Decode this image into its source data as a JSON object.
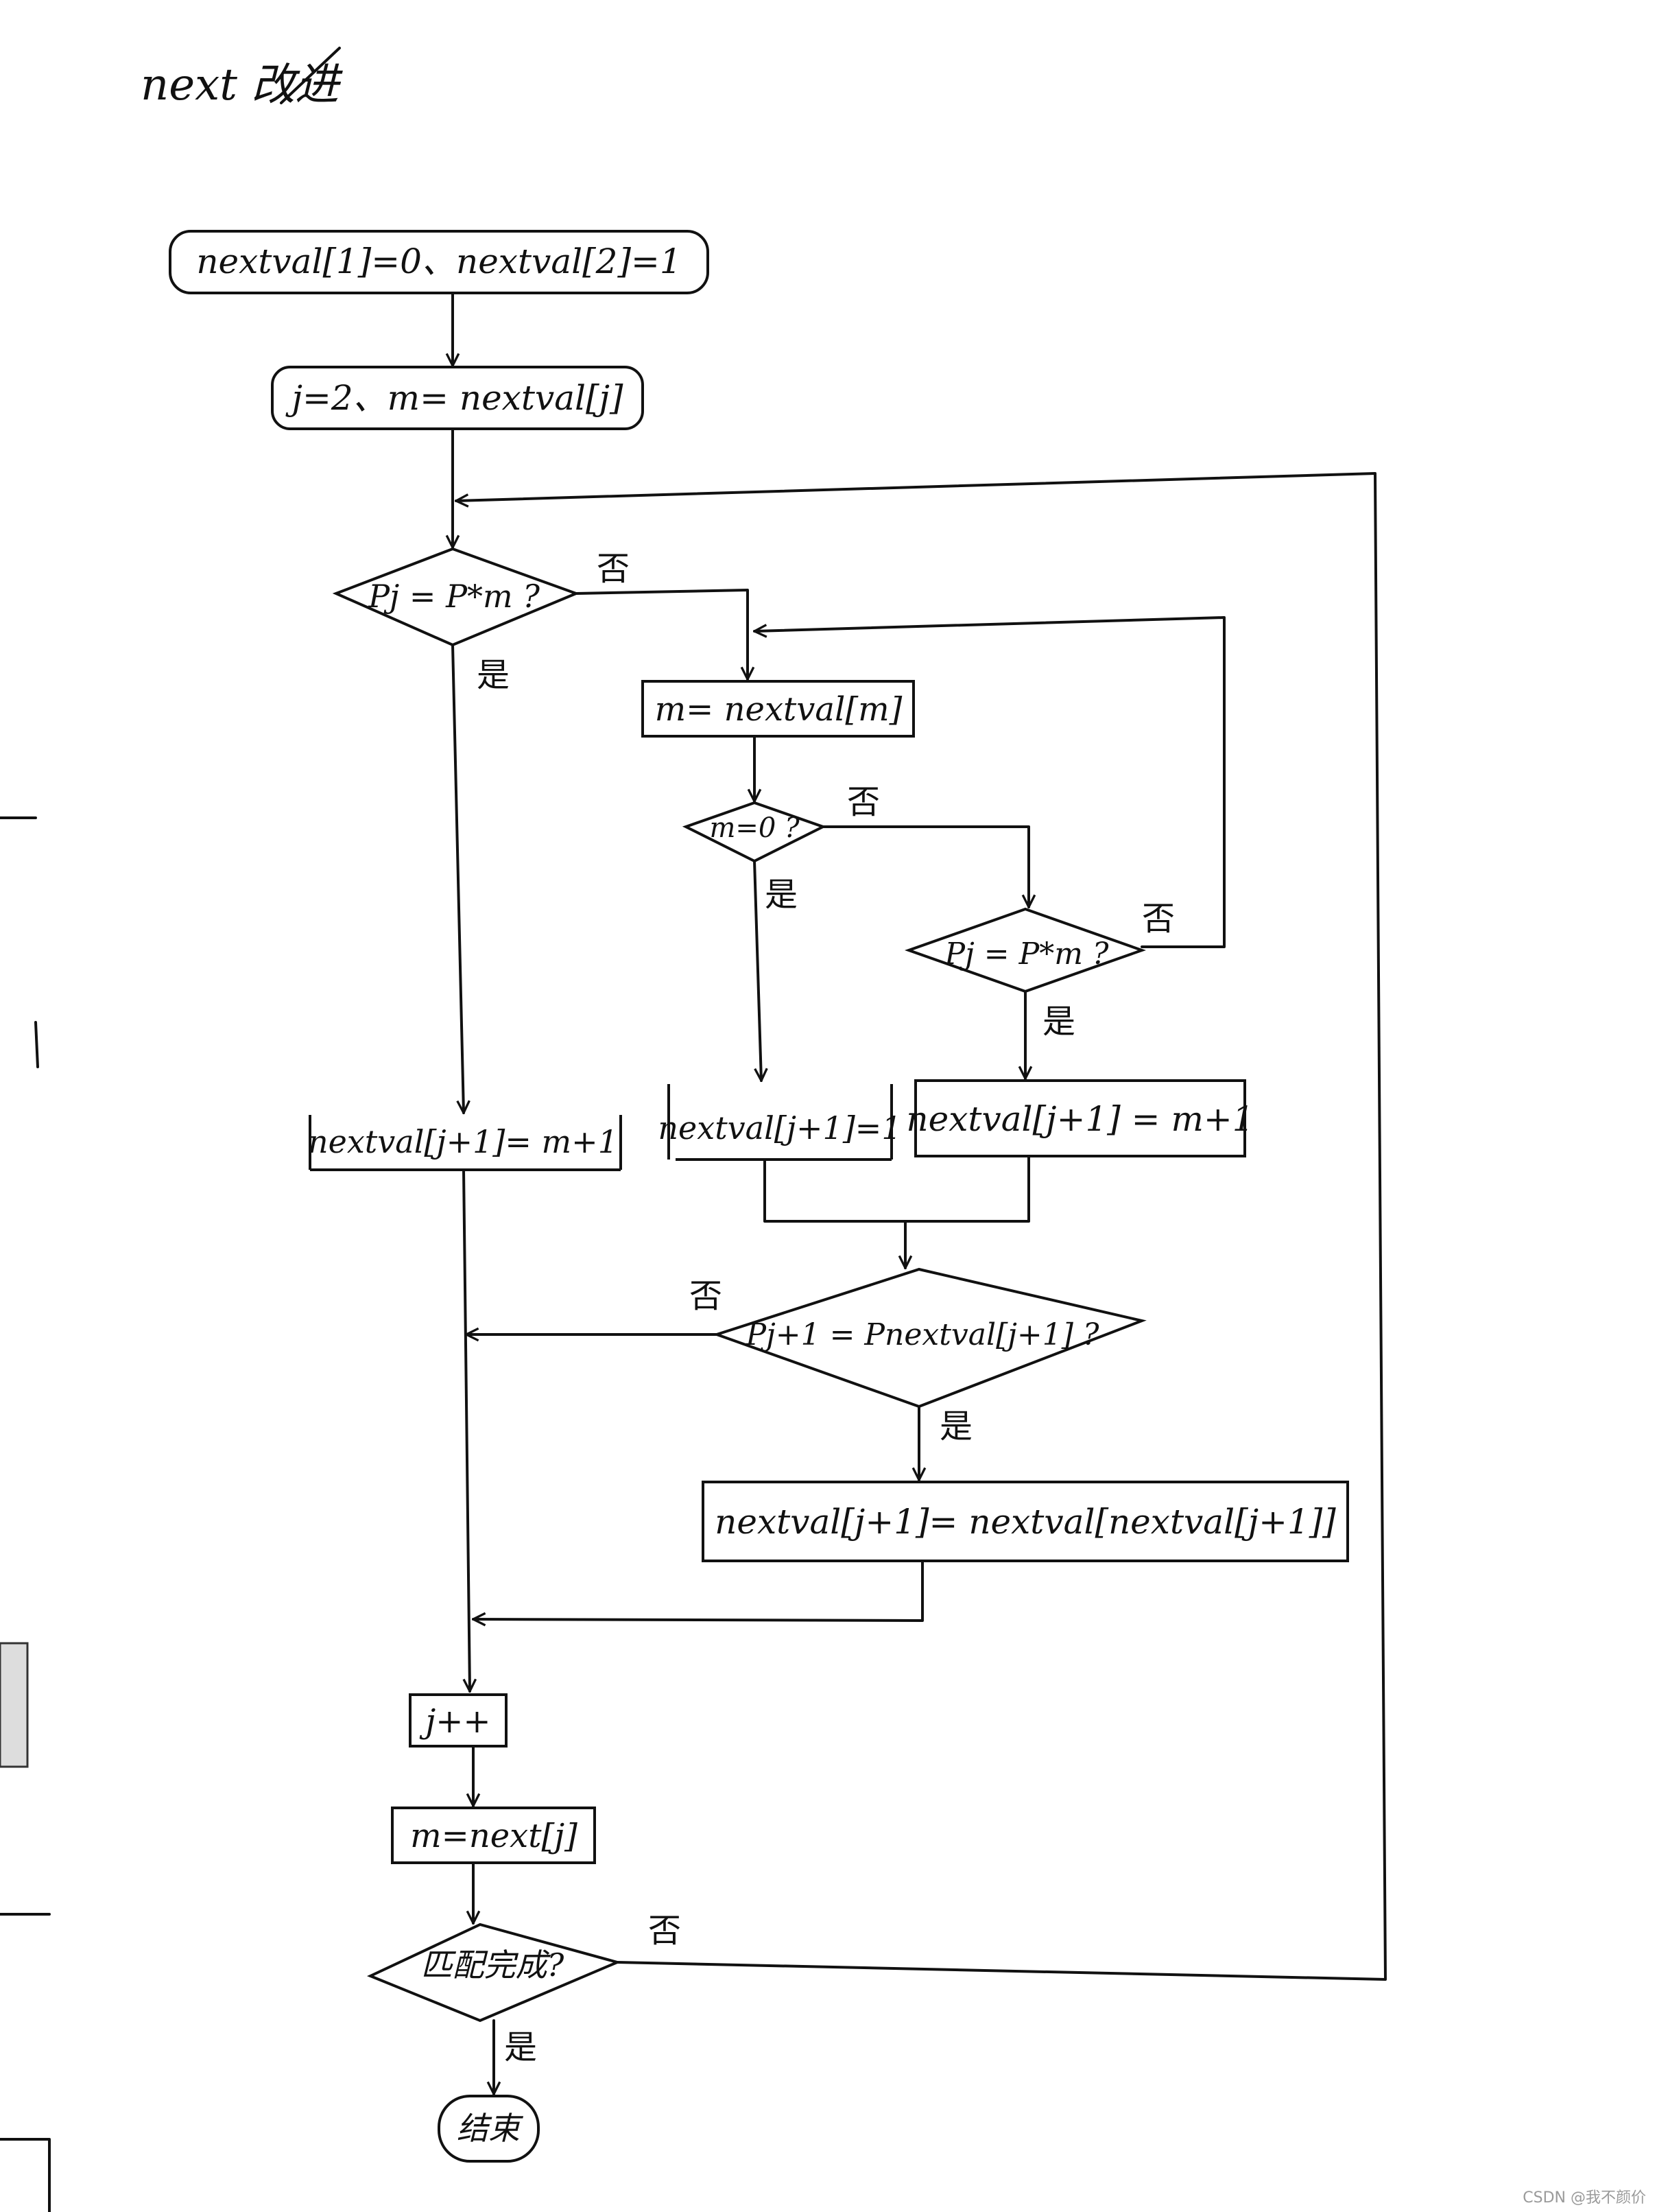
{
  "title": "next 改进",
  "nodes": {
    "init": "nextval[1]=0、nextval[2]=1",
    "set_j_m": "j=2、m= nextval[j]",
    "cond_pj_pm": "Pj = P*m ?",
    "m_eq_nextval_m": "m= nextval[m]",
    "cond_m_zero": "m=0 ?",
    "cond_pj_pm2": "Pj = P*m ?",
    "nextval_j1_m1_left": "nextval[j+1]= m+1",
    "nextval_j1_eq_1": "nextval[j+1]=1",
    "nextval_j1_m1_right": "nextval[j+1] = m+1",
    "cond_pj1": "Pj+1 = Pnextval[j+1] ?",
    "nextval_j1_assign": "nextval[j+1]= nextval[nextval[j+1]]",
    "j_inc": "j++",
    "m_next_j": "m=next[j]",
    "cond_done": "匹配完成?",
    "end": "结束"
  },
  "labels": {
    "yes": "是",
    "no": "否"
  },
  "watermark": "CSDN @我不颜价"
}
